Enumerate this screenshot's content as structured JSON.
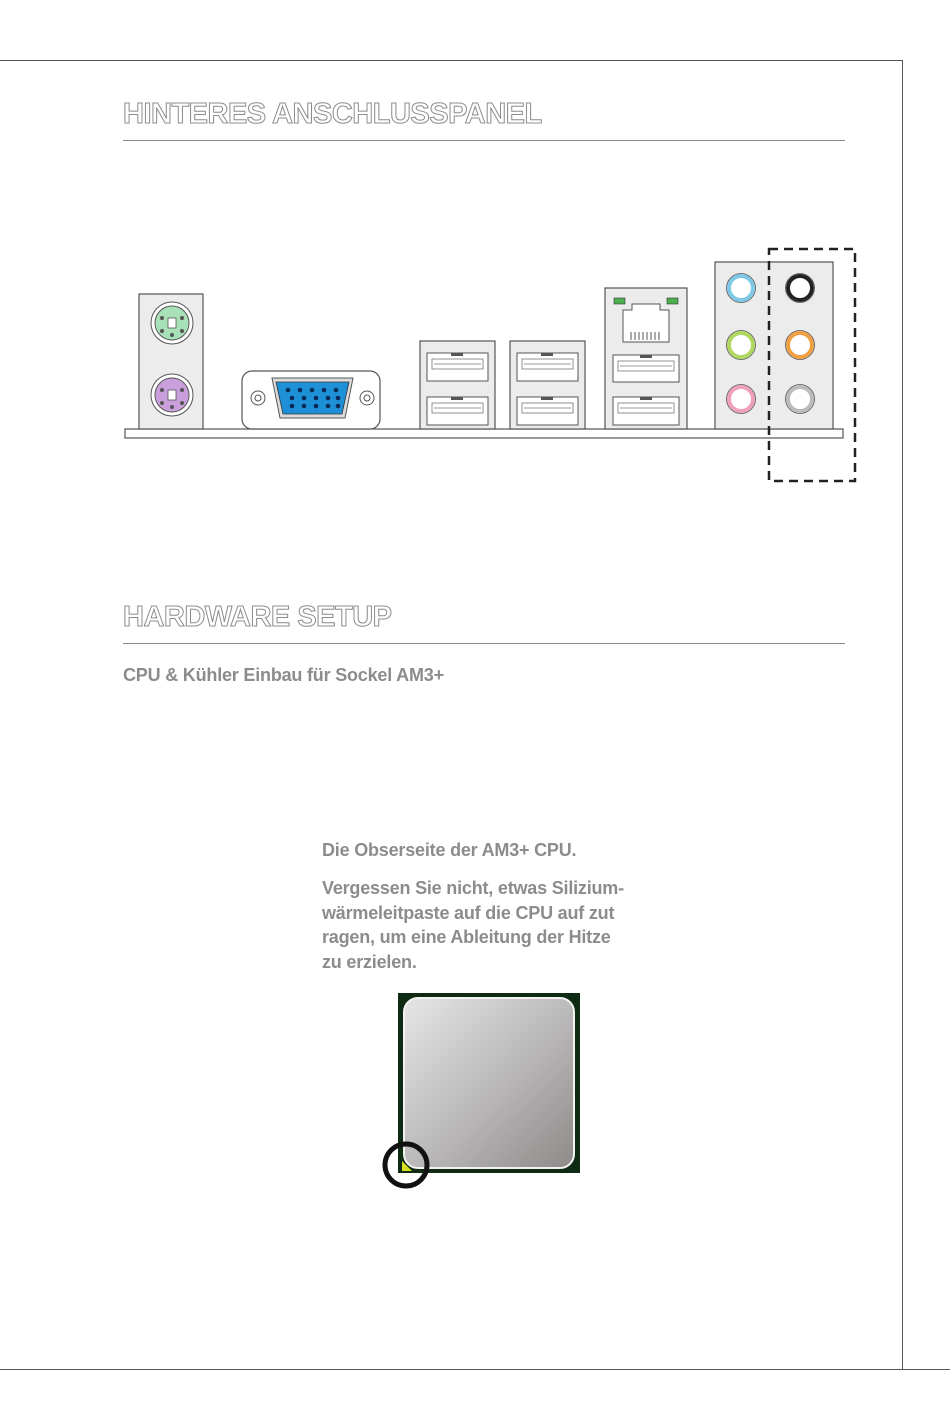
{
  "sections": {
    "rear_panel": {
      "title": "HINTERES ANSCHLUSSPANEL"
    },
    "hardware_setup": {
      "title": "HARDWARE SETUP",
      "subtitle": "CPU & Kühler Einbau für Sockel AM3+",
      "caption_line1": "Die Obserseite der AM3+ CPU.",
      "caption_line2": "Vergessen Sie nicht, etwas Silizium-",
      "caption_line3": "wärmeleitpaste auf die CPU auf zut",
      "caption_line4": "ragen, um eine Ableitung der Hitze",
      "caption_line5": "zu erzielen."
    }
  },
  "colors": {
    "heading_outline": "#8c8c8c",
    "ps2_mouse": "#a8e0b8",
    "ps2_keyboard": "#c9a0dc",
    "vga_connector": "#1e90d8",
    "lan_led": "#4caf50",
    "audio_line_in": "#7ec8e8",
    "audio_line_out": "#b0d860",
    "audio_mic": "#f0a0b8",
    "audio_rear": "#222222",
    "audio_center_sub": "#f0a040",
    "audio_side": "#bbbbbb",
    "cpu_substrate": "#0f2a12",
    "cpu_marker": "#d8e020"
  }
}
